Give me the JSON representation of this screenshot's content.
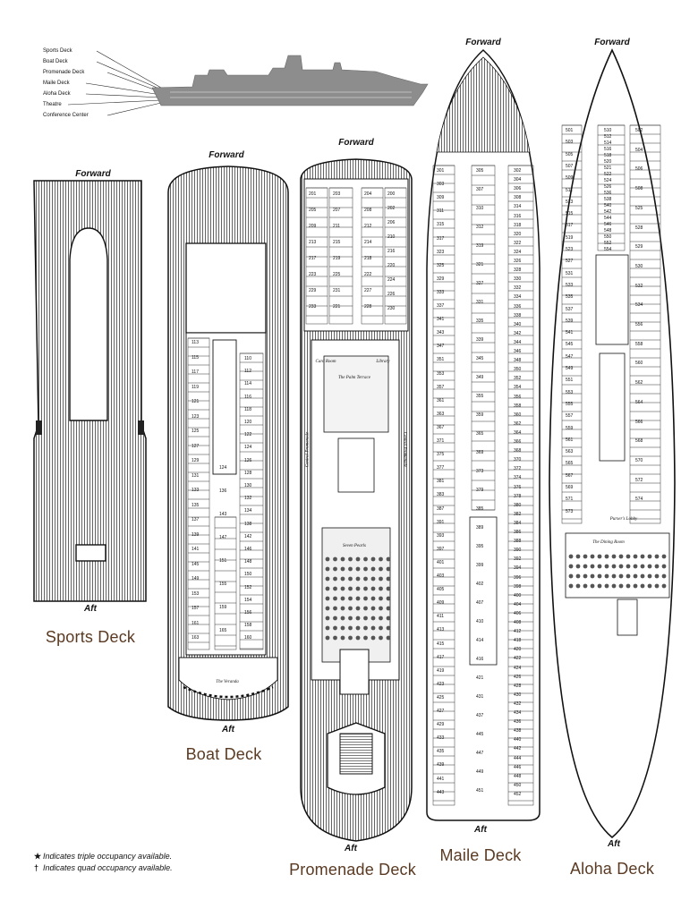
{
  "legend": {
    "decks": [
      "Sports Deck",
      "Boat Deck",
      "Promenade Deck",
      "Maile Deck",
      "Aloha Deck",
      "Theatre",
      "Conference Center"
    ]
  },
  "labels": {
    "forward": "Forward",
    "aft": "Aft"
  },
  "decks": {
    "sports": "Sports Deck",
    "boat": "Boat Deck",
    "promenade": "Promenade Deck",
    "maile": "Maile Deck",
    "aloha": "Aloha Deck"
  },
  "venues": {
    "veranda": "The Veranda",
    "card_room": "Card Room",
    "palm_terrace": "The Palm Terrace",
    "library": "Library",
    "seven_pearls": "Seven Pearls",
    "pursers_lobby": "Purser's Lobby",
    "dining_room": "The Dining Room",
    "central_promenade_left": "Central Promenade",
    "central_promenade_right": "Central Promenade"
  },
  "notes": {
    "triple_mark": "★",
    "triple": "Indicates triple occupancy available.",
    "quad_mark": "†",
    "quad": "Indicates quad occupancy available."
  },
  "cabins": {
    "boat_left": [
      "113",
      "115",
      "117",
      "119",
      "121",
      "123",
      "125",
      "127",
      "129",
      "131",
      "133",
      "135",
      "137",
      "139",
      "141",
      "145",
      "149",
      "153",
      "157",
      "161",
      "163"
    ],
    "boat_right": [
      "110",
      "112",
      "114",
      "116",
      "118",
      "120",
      "122",
      "124",
      "126",
      "128",
      "130",
      "132",
      "134",
      "138",
      "142",
      "146",
      "148",
      "150",
      "152",
      "154",
      "156",
      "158",
      "160"
    ],
    "boat_center": [
      "124",
      "136",
      "143",
      "147",
      "151",
      "155",
      "159",
      "165"
    ],
    "prom_left": [
      "201",
      "205",
      "209",
      "213",
      "217",
      "223",
      "229",
      "233"
    ],
    "prom_center": [
      "203",
      "207",
      "211",
      "215",
      "219",
      "225",
      "231",
      "221"
    ],
    "prom_center2": [
      "204",
      "208",
      "212",
      "214",
      "218",
      "222",
      "227",
      "228"
    ],
    "prom_right": [
      "200",
      "202",
      "206",
      "210",
      "216",
      "220",
      "224",
      "226",
      "230"
    ],
    "maile_left": [
      "301",
      "303",
      "309",
      "311",
      "315",
      "317",
      "323",
      "325",
      "329",
      "333",
      "337",
      "341",
      "343",
      "347",
      "351",
      "353",
      "357",
      "361",
      "363",
      "367",
      "371",
      "375",
      "377",
      "381",
      "383",
      "387",
      "391",
      "393",
      "397",
      "401",
      "403",
      "405",
      "409",
      "411",
      "413",
      "415",
      "417",
      "419",
      "423",
      "425",
      "427",
      "429",
      "433",
      "435",
      "439",
      "441",
      "443"
    ],
    "maile_center": [
      "305",
      "307",
      "310",
      "312",
      "319",
      "321",
      "327",
      "331",
      "335",
      "339",
      "345",
      "349",
      "355",
      "359",
      "365",
      "369",
      "373",
      "379",
      "385",
      "389",
      "395",
      "399",
      "402",
      "407",
      "410",
      "414",
      "416",
      "421",
      "431",
      "437",
      "445",
      "447",
      "449",
      "451"
    ],
    "maile_right": [
      "302",
      "304",
      "306",
      "308",
      "314",
      "316",
      "318",
      "320",
      "322",
      "324",
      "326",
      "328",
      "330",
      "332",
      "334",
      "336",
      "338",
      "340",
      "342",
      "344",
      "346",
      "348",
      "350",
      "352",
      "354",
      "356",
      "358",
      "360",
      "362",
      "364",
      "366",
      "368",
      "370",
      "372",
      "374",
      "376",
      "378",
      "380",
      "382",
      "384",
      "386",
      "388",
      "390",
      "392",
      "394",
      "396",
      "398",
      "400",
      "404",
      "406",
      "408",
      "412",
      "418",
      "420",
      "422",
      "424",
      "426",
      "428",
      "430",
      "432",
      "434",
      "436",
      "438",
      "440",
      "442",
      "444",
      "446",
      "448",
      "450",
      "452"
    ],
    "aloha_left": [
      "501",
      "503",
      "505",
      "507",
      "509",
      "511",
      "513",
      "515",
      "517",
      "519",
      "523",
      "527",
      "531",
      "533",
      "535",
      "537",
      "539",
      "541",
      "545",
      "547",
      "549",
      "551",
      "553",
      "555",
      "557",
      "559",
      "561",
      "563",
      "565",
      "567",
      "569",
      "571",
      "573"
    ],
    "aloha_center": [
      "510",
      "512",
      "514",
      "516",
      "518",
      "520",
      "521",
      "522",
      "524",
      "526",
      "536",
      "538",
      "540",
      "542",
      "544",
      "546",
      "548",
      "550",
      "552",
      "554"
    ],
    "aloha_right": [
      "502",
      "504",
      "506",
      "508",
      "525",
      "528",
      "529",
      "530",
      "532",
      "534",
      "556",
      "558",
      "560",
      "562",
      "564",
      "566",
      "568",
      "570",
      "572",
      "574"
    ]
  }
}
